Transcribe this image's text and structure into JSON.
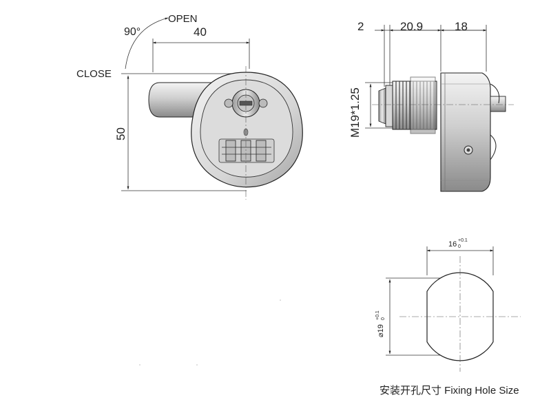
{
  "front_view": {
    "open_label": "OPEN",
    "angle_label": "90°",
    "close_label": "CLOSE",
    "width_dim": "40",
    "height_dim": "50"
  },
  "side_view": {
    "dim_a": "2",
    "dim_b": "20.9",
    "dim_c": "18",
    "thread_label": "M19*1.25"
  },
  "fixing_hole": {
    "width_base": "16",
    "width_tol_upper": "+0.1",
    "width_tol_lower": "0",
    "diameter_base": "⌀19",
    "diameter_tol_upper": "+0.1",
    "diameter_tol_lower": "0",
    "caption": "安装开孔尺寸 Fixing Hole Size"
  },
  "colors": {
    "metal_light": "#e8e8e8",
    "metal_dark": "#7a7a7a",
    "outline": "#222222"
  }
}
